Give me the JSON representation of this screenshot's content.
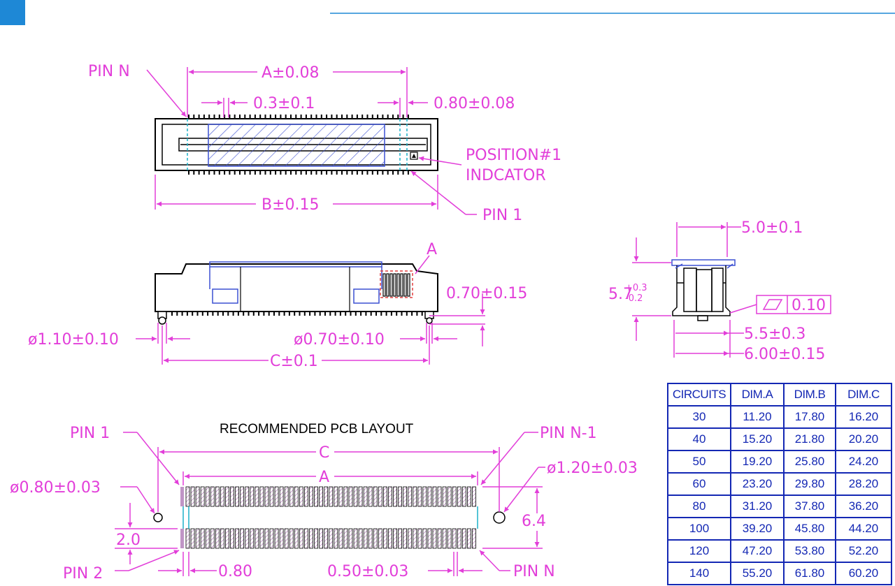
{
  "header": {
    "accent_color": "#1e88d6"
  },
  "colors": {
    "dimension": "#e23ed9",
    "outline": "#000000",
    "hatch": "#3c50d2",
    "table": "#1428b4"
  },
  "top_view": {
    "pin_n": "PIN  N",
    "dim_a": "A±0.08",
    "pitch": "0.3±0.1",
    "edge": "0.80±0.08",
    "position_1": "POSITION#1",
    "indicator": "INDCATOR",
    "dim_b": "B±0.15",
    "pin_1": "PIN  1"
  },
  "side_view": {
    "detail": "A",
    "height": "0.70±0.15",
    "post_large": "ø1.10±0.10",
    "post_small": "ø0.70±0.10",
    "dim_c": "C±0.1"
  },
  "end_view": {
    "width": "5.0±0.1",
    "height_base": "5.7",
    "height_tol_plus": "+0.3",
    "height_tol_minus": "-0.2",
    "flatness": "0.10",
    "depth": "5.5±0.3",
    "overall": "6.00±0.15"
  },
  "pcb_layout": {
    "title": "RECOMMENDED PCB LAYOUT",
    "pin_1": "PIN  1",
    "pin_n_1": "PIN  N-1",
    "dim_c": "C",
    "dim_a": "A",
    "hole_large": "ø1.20±0.03",
    "hole_small": "ø0.80±0.03",
    "row_gap": "6.4",
    "pad_length": "2.0",
    "pin_2": "PIN  2",
    "pitch": "0.80",
    "pad_width": "0.50±0.03",
    "pin_n": "PIN  N"
  },
  "table": {
    "headers": [
      "CIRCUITS",
      "DIM.A",
      "DIM.B",
      "DIM.C"
    ],
    "rows": [
      [
        "30",
        "11.20",
        "17.80",
        "16.20"
      ],
      [
        "40",
        "15.20",
        "21.80",
        "20.20"
      ],
      [
        "50",
        "19.20",
        "25.80",
        "24.20"
      ],
      [
        "60",
        "23.20",
        "29.80",
        "28.20"
      ],
      [
        "80",
        "31.20",
        "37.80",
        "36.20"
      ],
      [
        "100",
        "39.20",
        "45.80",
        "44.20"
      ],
      [
        "120",
        "47.20",
        "53.80",
        "52.20"
      ],
      [
        "140",
        "55.20",
        "61.80",
        "60.20"
      ]
    ]
  }
}
